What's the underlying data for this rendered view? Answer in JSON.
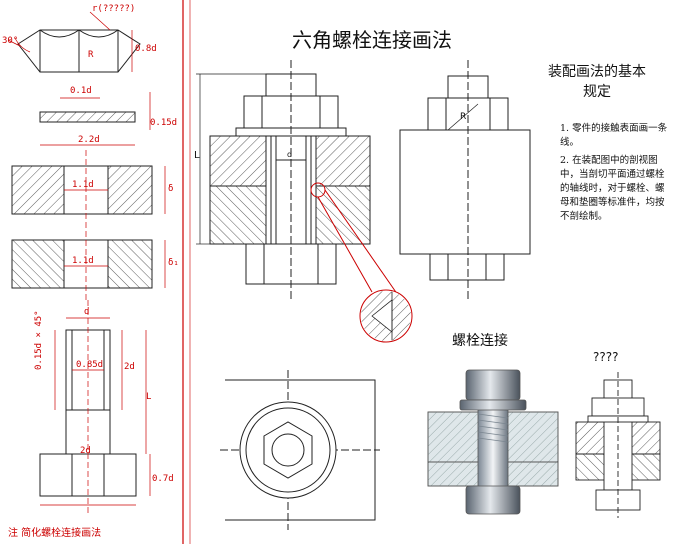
{
  "main_title": "六角螺栓连接画法",
  "rules": {
    "heading": "装配画法的基本规定",
    "items": [
      "1. 零件的接触表面画一条线。",
      "2. 在装配图中的剖视图中，当剖切平面通过螺栓的轴线时，对于螺栓、螺母和垫圈等标准件，均按不剖绘制。"
    ]
  },
  "photo_caption": "螺栓连接",
  "sketch_caption": "????",
  "bottom_caption": "注     简化螺栓连接画法",
  "dimensions": {
    "chamfer_r": "r(?????)",
    "angle": "30°",
    "nut_r": "R",
    "nut_height": "0.8d",
    "washer_d": "0.1d",
    "washer_w": "2.2d",
    "washer_t": "0.15d",
    "plate_hole_1": "1.1d",
    "plate_hole_2": "1.1d",
    "plate_t1": "δ",
    "plate_t2": "δ₁",
    "bolt_d": "d",
    "bolt_thread": "0.85d",
    "bolt_thread_len": "2d",
    "bolt_len": "L",
    "bolt_head_w": "2d",
    "bolt_head_h": "0.7d",
    "bolt_extra": "0.15d × 45°",
    "center_L": "L",
    "nut_r2": "R",
    "center_d": "d"
  },
  "colors": {
    "line": "#1a1a1a",
    "dim": "#cc0000",
    "hatch": "#333333",
    "highlight": "#cc0000"
  }
}
